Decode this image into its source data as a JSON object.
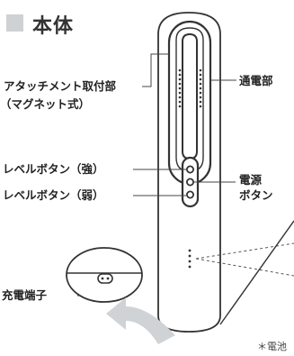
{
  "section": {
    "title": "本体"
  },
  "labels": {
    "attachment_mount_line1": "アタッチメント取付部",
    "attachment_mount_line2": "（マグネット式）",
    "conduction_part": "通電部",
    "level_up": "レベルボタン（強）",
    "level_down": "レベルボタン（弱）",
    "power_button_line1": "電源",
    "power_button_line2": "ボタン",
    "charging_terminal": "充電端子"
  },
  "footnote": "＊電池",
  "colors": {
    "outline": "#333333",
    "accent_square": "#cfd1d3",
    "arrow": "#cfd3d6",
    "leader": "#444444"
  }
}
